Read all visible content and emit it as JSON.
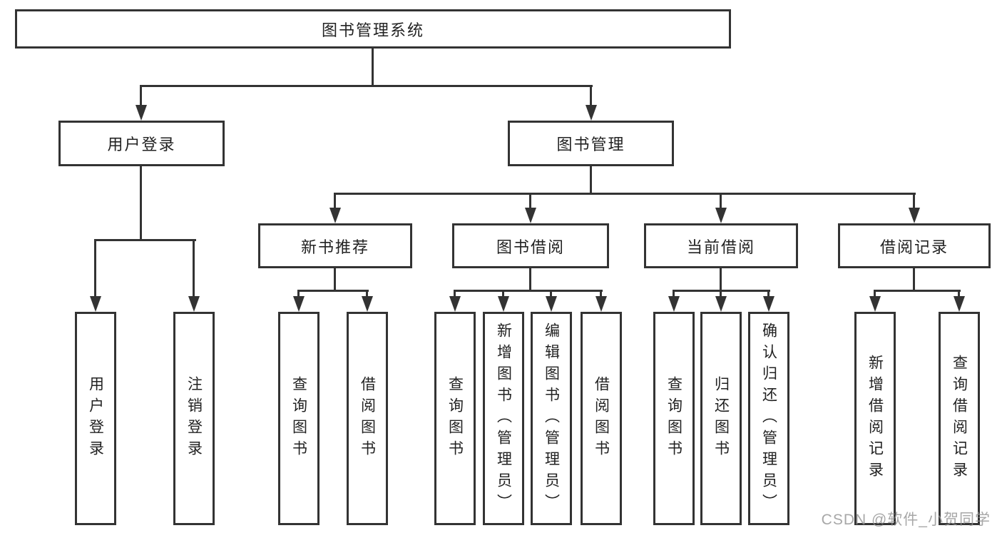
{
  "diagram": {
    "type": "hierarchy-tree",
    "root": {
      "label": "图书管理系统"
    },
    "branches": [
      {
        "label": "用户登录",
        "children": [
          {
            "label": "用户登录"
          },
          {
            "label": "注销登录"
          }
        ]
      },
      {
        "label": "图书管理",
        "children": [
          {
            "label": "新书推荐",
            "children": [
              {
                "label": "查询图书"
              },
              {
                "label": "借阅图书"
              }
            ]
          },
          {
            "label": "图书借阅",
            "children": [
              {
                "label": "查询图书"
              },
              {
                "label": "新增图书（管理员）"
              },
              {
                "label": "编辑图书（管理员）"
              },
              {
                "label": "借阅图书"
              }
            ]
          },
          {
            "label": "当前借阅",
            "children": [
              {
                "label": "查询图书"
              },
              {
                "label": "归还图书"
              },
              {
                "label": "确认归还（管理员）"
              }
            ]
          },
          {
            "label": "借阅记录",
            "children": [
              {
                "label": "新增借阅记录"
              },
              {
                "label": "查询借阅记录"
              }
            ]
          }
        ]
      }
    ]
  },
  "watermark": {
    "text": "CSDN @软件_小贺同学"
  },
  "colors": {
    "line": "#333333",
    "box_border": "#333333",
    "text": "#222222",
    "background": "#ffffff",
    "watermark": "#919191"
  }
}
